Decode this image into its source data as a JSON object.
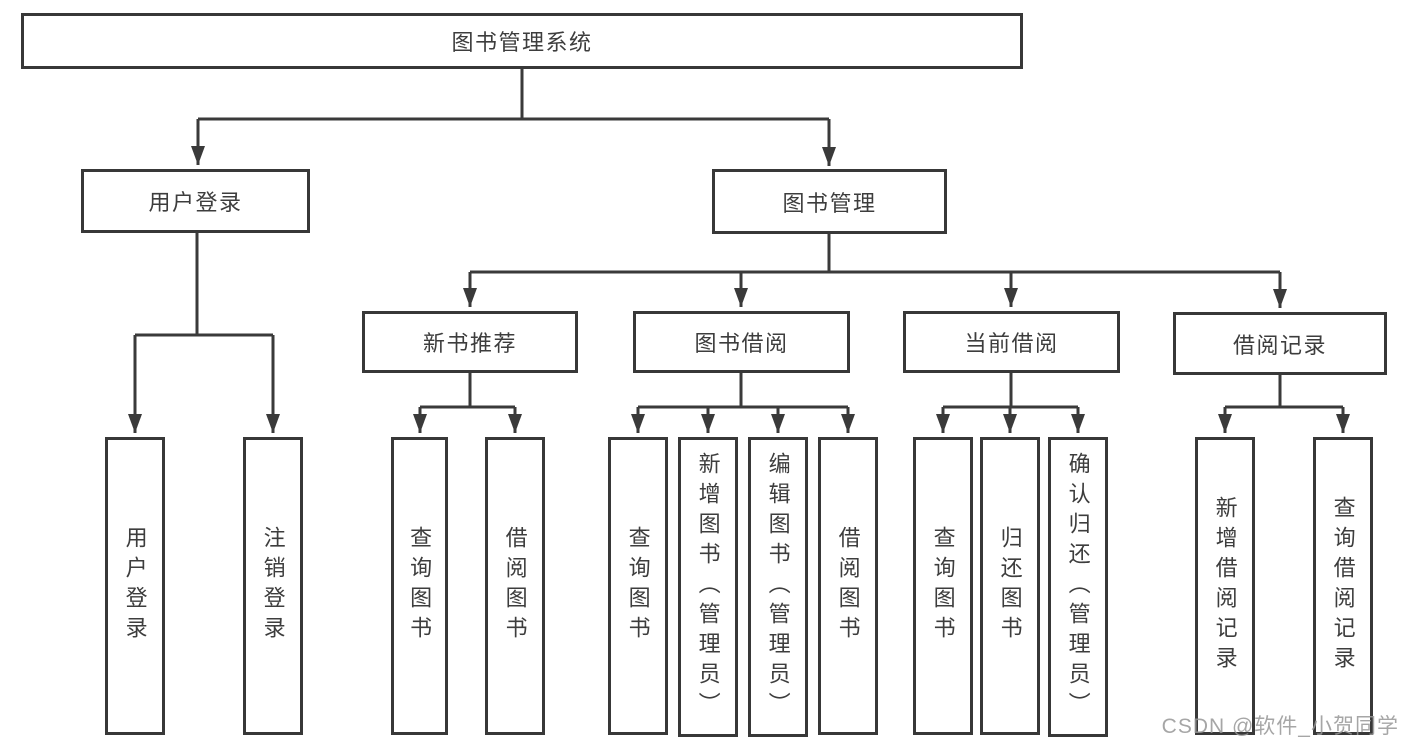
{
  "tree": {
    "label": "图书管理系统",
    "children": [
      {
        "label": "用户登录",
        "children": [
          {
            "label": "用户登录"
          },
          {
            "label": "注销登录"
          }
        ]
      },
      {
        "label": "图书管理",
        "children": [
          {
            "label": "新书推荐",
            "children": [
              {
                "label": "查询图书"
              },
              {
                "label": "借阅图书"
              }
            ]
          },
          {
            "label": "图书借阅",
            "children": [
              {
                "label": "查询图书"
              },
              {
                "label": "新增图书（管理员）"
              },
              {
                "label": "编辑图书（管理员）"
              },
              {
                "label": "借阅图书"
              }
            ]
          },
          {
            "label": "当前借阅",
            "children": [
              {
                "label": "查询图书"
              },
              {
                "label": "归还图书"
              },
              {
                "label": "确认归还（管理员）"
              }
            ]
          },
          {
            "label": "借阅记录",
            "children": [
              {
                "label": "新增借阅记录"
              },
              {
                "label": "查询借阅记录"
              }
            ]
          }
        ]
      }
    ]
  },
  "watermark": "CSDN @软件_小贺同学",
  "colors": {
    "line": "#3a3a3a",
    "border": "#383838",
    "text": "#3d3d3d",
    "watermark": "#969696",
    "background": "#ffffff"
  }
}
